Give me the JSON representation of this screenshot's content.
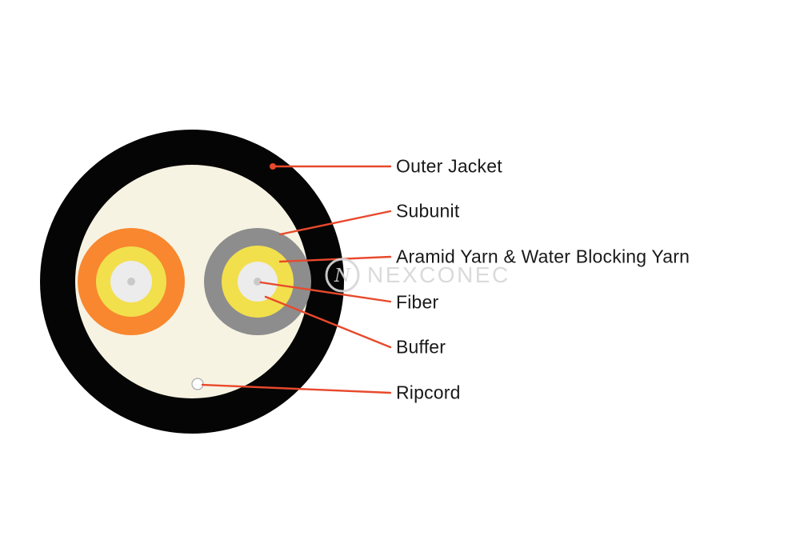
{
  "page": {
    "background": "#ffffff"
  },
  "diagram": {
    "type": "fiber-optic-cable-cross-section",
    "labels": [
      {
        "id": "outer-jacket",
        "text": "Outer Jacket"
      },
      {
        "id": "subunit",
        "text": "Subunit"
      },
      {
        "id": "aramid-yarn",
        "text": "Aramid Yarn & Water Blocking Yarn"
      },
      {
        "id": "fiber",
        "text": "Fiber"
      },
      {
        "id": "buffer",
        "text": "Buffer"
      },
      {
        "id": "ripcord",
        "text": "Ripcord"
      }
    ],
    "watermark": {
      "text": "NEXCONEC",
      "logo": "N"
    },
    "colors": {
      "outer_jacket": "#050505",
      "inner_fill": "#f7f3e3",
      "subunit_left": "#f8872f",
      "subunit_right": "#8d8d8d",
      "aramid_yellow": "#f2df4c",
      "buffer_white": "#ececec",
      "fiber_dot": "#c9c9c9",
      "ripcord_fill": "#ffffff",
      "ripcord_stroke": "#b9b9b9",
      "leader_line": "#e8492c",
      "label_text": "#191919",
      "watermark_gray": "#d7d7d7"
    }
  }
}
